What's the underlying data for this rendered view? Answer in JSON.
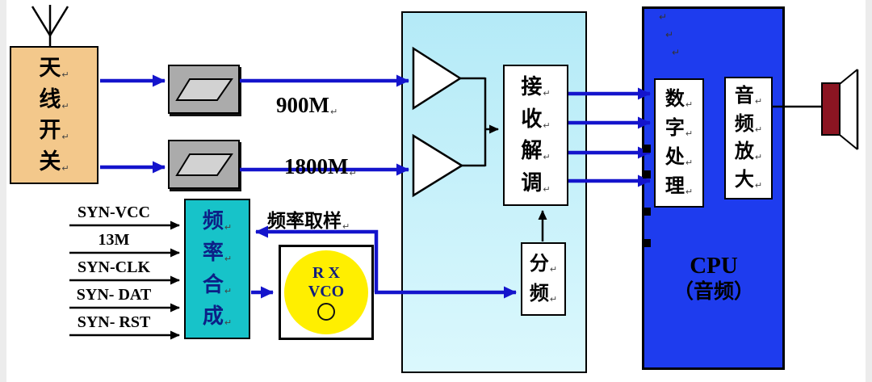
{
  "marks": {
    "pilcrow": "↵"
  },
  "colors": {
    "wire_blue": "#1414cc",
    "antenna_switch_fill": "#f3c88b",
    "filter_fill": "#ababab",
    "rf_ic_fill": "#c6f0f9",
    "synthesizer_fill": "#17c3c9",
    "vco_circle_fill": "#ffef00",
    "cpu_fill": "#1e3cee",
    "speaker_fill": "#8b1522"
  },
  "blocks": {
    "antenna_switch": {
      "label": "天线开关"
    },
    "filters": {
      "band_900_label": "900M",
      "band_1800_label": "1800M"
    },
    "rf_ic": {
      "demodulator_label": "接收解调",
      "divider_label": "分频"
    },
    "synthesizer": {
      "label": "频率合成",
      "inputs": [
        "SYN-VCC",
        "13M",
        "SYN-CLK",
        "SYN- DAT",
        "SYN- RST"
      ],
      "feedback_label": "频率取样"
    },
    "rx_vco": {
      "line1": "R X",
      "line2": "VCO"
    },
    "cpu": {
      "digital_processing_label": "数字处理",
      "audio_amp_label": "音频放大",
      "label_line1": "CPU",
      "label_line2": "（音频）"
    }
  }
}
